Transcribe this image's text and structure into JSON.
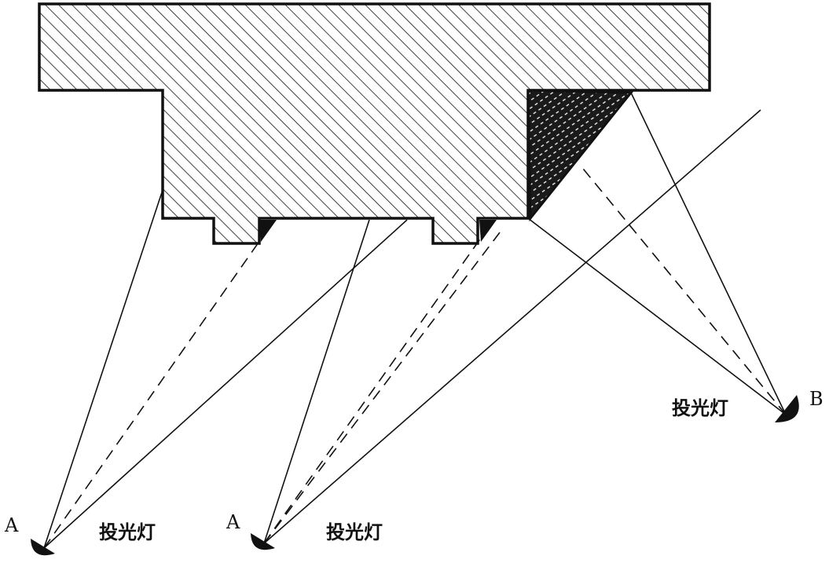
{
  "labels": {
    "lamp_a1_letter": "A",
    "lamp_a1_caption": "投光灯",
    "lamp_a2_letter": "A",
    "lamp_a2_caption": "投光灯",
    "lamp_b_letter": "B",
    "lamp_b_caption": "投光灯"
  },
  "colors": {
    "ink": "#111111",
    "background": "#ffffff"
  }
}
